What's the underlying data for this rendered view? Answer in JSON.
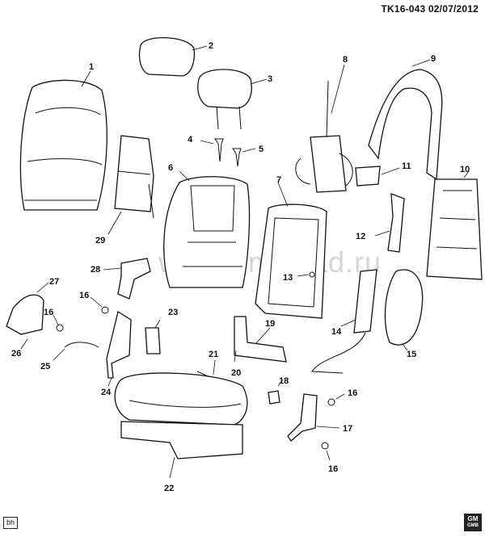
{
  "header": {
    "ref": "TK16-043  02/07/2012"
  },
  "watermark": "www.gmsklad.ru",
  "badge": "bh",
  "logo": {
    "line1": "GM",
    "line2": "GMB"
  },
  "callouts": [
    "1",
    "2",
    "3",
    "4",
    "5",
    "6",
    "7",
    "8",
    "9",
    "10",
    "11",
    "12",
    "13",
    "14",
    "15",
    "16",
    "16",
    "16",
    "16",
    "17",
    "18",
    "19",
    "20",
    "21",
    "22",
    "23",
    "24",
    "25",
    "26",
    "27",
    "28",
    "29"
  ]
}
